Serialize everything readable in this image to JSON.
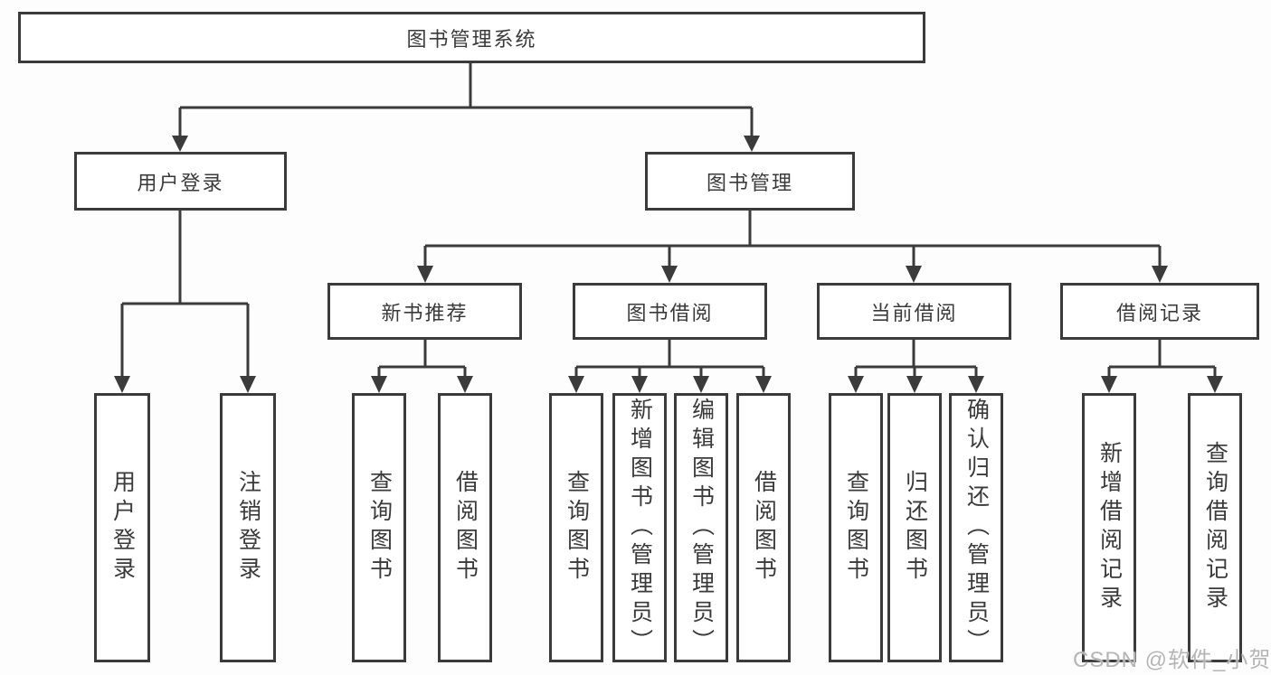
{
  "diagram": {
    "type": "function-structure-tree",
    "nodes": {
      "root": {
        "label": "图书管理系统"
      },
      "user_login": {
        "label": "用户登录"
      },
      "book_mgmt": {
        "label": "图书管理"
      },
      "new_book_rec": {
        "label": "新书推荐"
      },
      "book_borrow": {
        "label": "图书借阅"
      },
      "current_borrow": {
        "label": "当前借阅"
      },
      "borrow_record": {
        "label": "借阅记录"
      },
      "leaf_user_login": {
        "label": "用户登录"
      },
      "leaf_logout_login": {
        "label": "注销登录"
      },
      "rec_query_book": {
        "label": "查询图书"
      },
      "rec_borrow_book": {
        "label": "借阅图书"
      },
      "bb_query_book": {
        "label": "查询图书"
      },
      "bb_add_book": {
        "label": "新增图书（管理员）"
      },
      "bb_edit_book": {
        "label": "编辑图书（管理员）"
      },
      "bb_borrow_book": {
        "label": "借阅图书"
      },
      "cb_query_book": {
        "label": "查询图书"
      },
      "cb_return_book": {
        "label": "归还图书"
      },
      "cb_confirm_return": {
        "label": "确认归还（管理员）"
      },
      "br_add_record": {
        "label": "新增借阅记录"
      },
      "br_query_record": {
        "label": "查询借阅记录"
      }
    },
    "colors": {
      "line": "#3b3b3b",
      "box_border": "#3b3b3b",
      "box_bg": "#ffffff",
      "text": "#3a3a3a",
      "background": "#fdfdfd",
      "watermark": "#b5b5b5"
    }
  },
  "watermark": {
    "text": "CSDN @软件_小贺同学"
  }
}
